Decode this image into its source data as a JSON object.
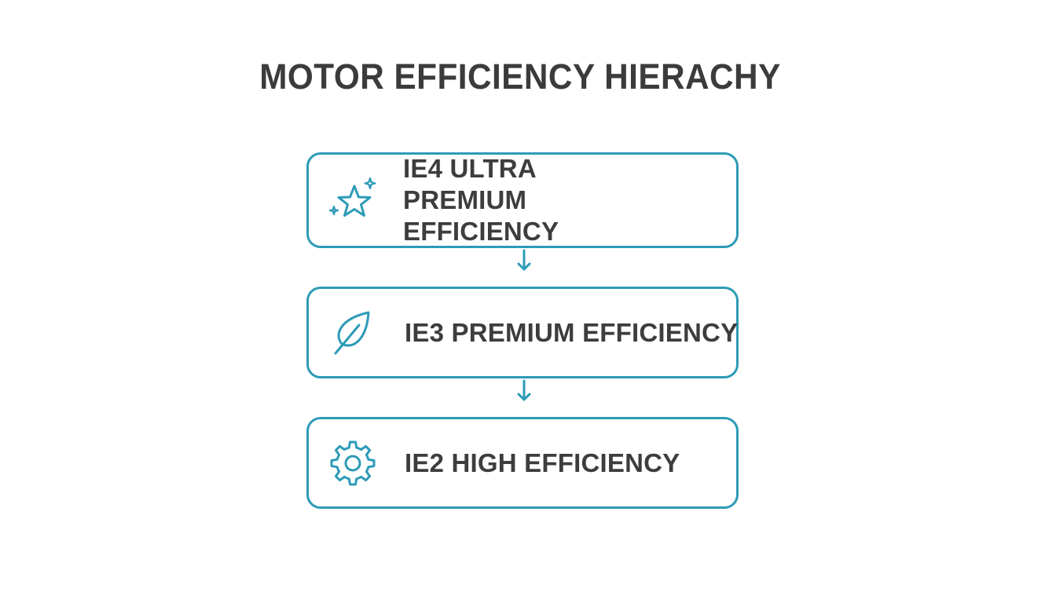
{
  "title": "MOTOR EFFICIENCY HIERACHY",
  "colors": {
    "accent": "#2d9bb7",
    "text": "#3d3d3d",
    "background": "#ffffff"
  },
  "levels": [
    {
      "label": "IE4 ULTRA PREMIUM EFFICIENCY",
      "icon": "star-sparkle-icon"
    },
    {
      "label": "IE3 PREMIUM EFFICIENCY",
      "icon": "leaf-icon"
    },
    {
      "label": "IE2 HIGH EFFICIENCY",
      "icon": "gear-icon"
    }
  ]
}
